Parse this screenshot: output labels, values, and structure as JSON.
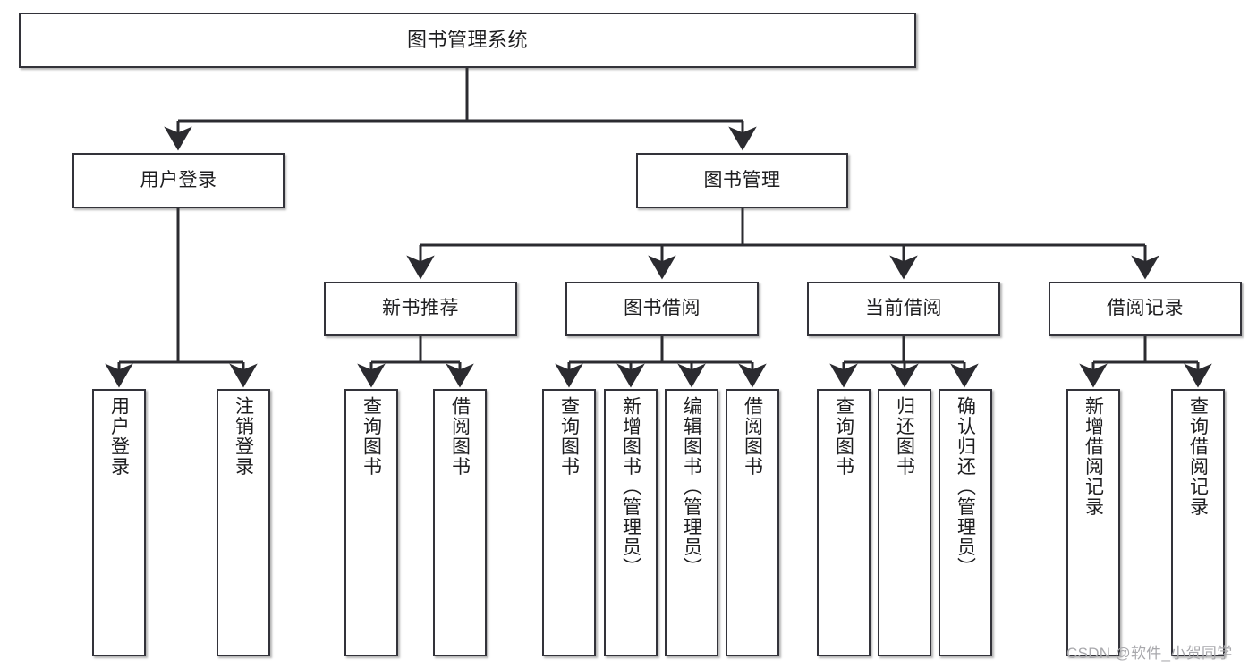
{
  "diagram": {
    "title": "图书管理系统",
    "type": "tree-hierarchy-chart",
    "orientation": "top-down",
    "colors": {
      "box_border": "#33333a",
      "box_fill": "#ffffff",
      "edge": "#2b2b30",
      "text": "#1d1d1f",
      "watermark": "#a8a8ac",
      "background": "#ffffff"
    },
    "root": {
      "label": "图书管理系统"
    },
    "level2": [
      {
        "label": "用户登录"
      },
      {
        "label": "图书管理"
      }
    ],
    "level3": [
      {
        "label": "新书推荐"
      },
      {
        "label": "图书借阅"
      },
      {
        "label": "当前借阅"
      },
      {
        "label": "借阅记录"
      }
    ],
    "leaves": {
      "user_login": [
        {
          "label": "用户登录"
        },
        {
          "label": "注销登录"
        }
      ],
      "new_book_recommend": [
        {
          "label": "查询图书"
        },
        {
          "label": "借阅图书"
        }
      ],
      "book_borrow": [
        {
          "label": "查询图书"
        },
        {
          "label": "新增图书（管理员）"
        },
        {
          "label": "编辑图书（管理员）"
        },
        {
          "label": "借阅图书"
        }
      ],
      "current_borrow": [
        {
          "label": "查询图书"
        },
        {
          "label": "归还图书"
        },
        {
          "label": "确认归还（管理员）"
        }
      ],
      "borrow_records": [
        {
          "label": "新增借阅记录"
        },
        {
          "label": "查询借阅记录"
        }
      ]
    }
  },
  "watermark": {
    "text": "CSDN @软件_小贺同学"
  }
}
